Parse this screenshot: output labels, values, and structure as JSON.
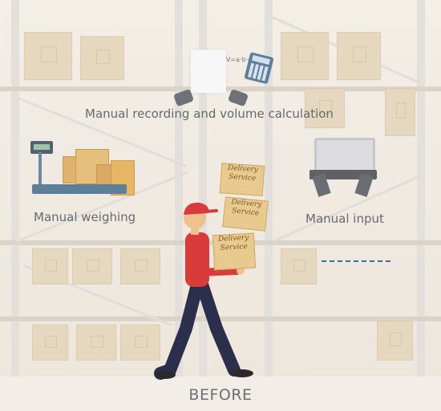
{
  "labels": {
    "recording": "Manual recording and volume calculation",
    "weighing": "Manual weighing",
    "input": "Manual input",
    "before": "BEFORE"
  },
  "recording_formula": "V=a·b·c",
  "package_text": [
    "Delivery",
    "Service"
  ],
  "icons": [
    "calculator-icon",
    "weighing-scale-icon",
    "laptop-icon"
  ],
  "colors": {
    "accent_dash": "#3f6d9e",
    "label_text": "#666a70",
    "shirt": "#d93a3a",
    "cap": "#d93a3a",
    "trousers": "#2b2f4c",
    "package": "#e8c98e"
  }
}
